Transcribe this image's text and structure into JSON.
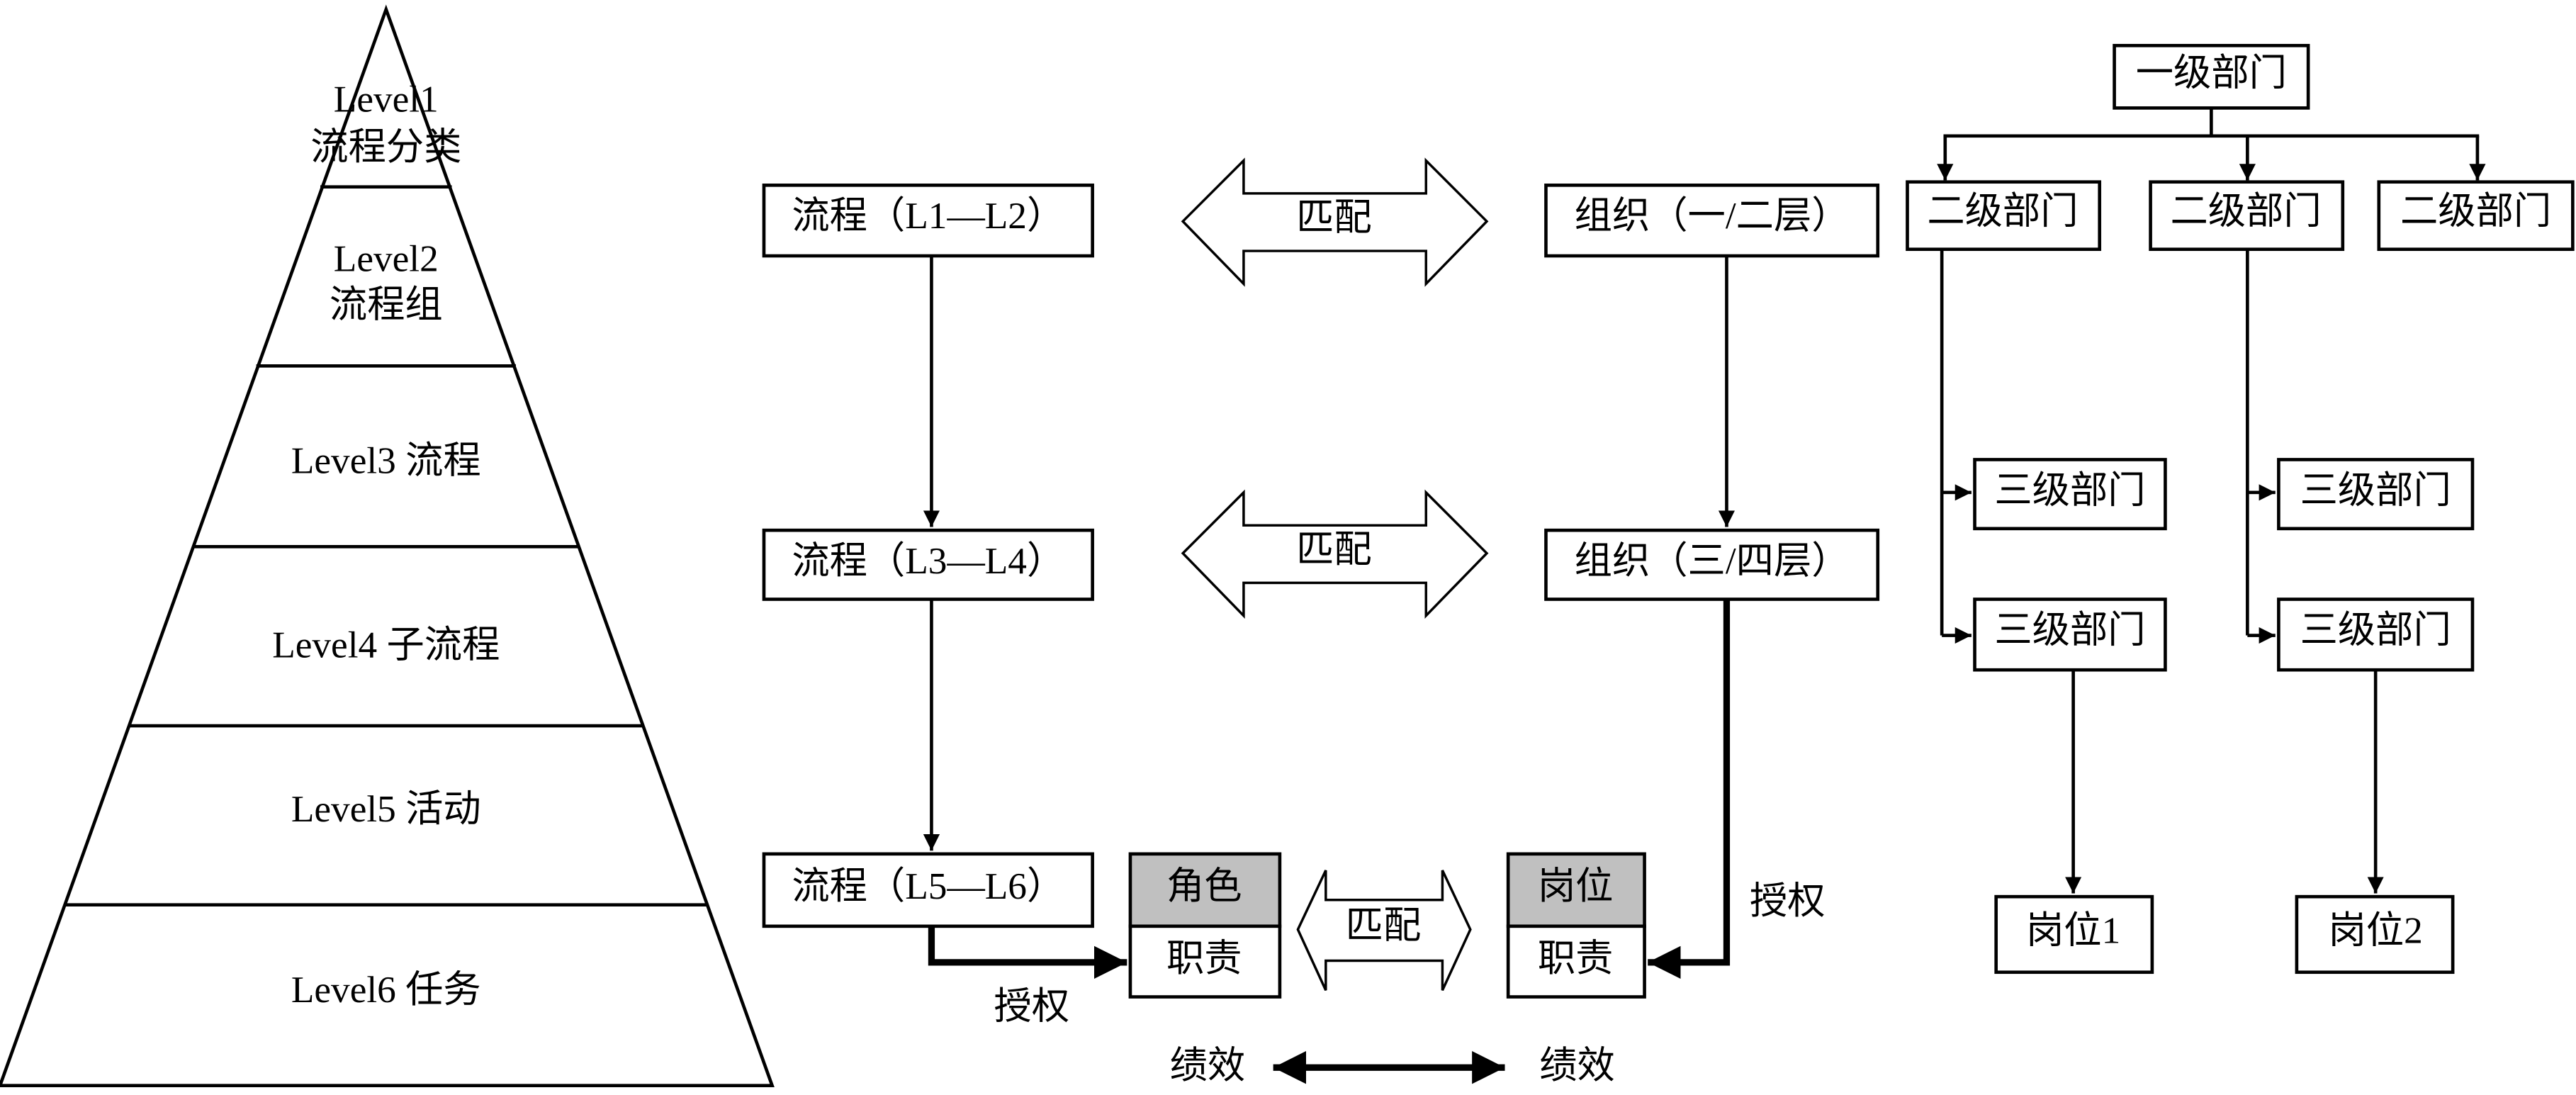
{
  "pyramid": {
    "levels": [
      {
        "name": "Level1",
        "label": "流程分类"
      },
      {
        "name": "Level2",
        "label": "流程组"
      },
      {
        "name": "Level3",
        "label": "Level3 流程"
      },
      {
        "name": "Level4",
        "label": "Level4 子流程"
      },
      {
        "name": "Level5",
        "label": "Level5 活动"
      },
      {
        "name": "Level6",
        "label": "Level6 任务"
      }
    ]
  },
  "mapping": {
    "process": [
      "流程（L1—L2）",
      "流程（L3—L4）",
      "流程（L5—L6）"
    ],
    "org": [
      "组织（一/二层）",
      "组织（三/四层）"
    ],
    "match": "匹配",
    "role": "角色",
    "position": "岗位",
    "duty": "职责",
    "authorize": "授权",
    "performance": "绩效"
  },
  "orgchart": {
    "level1": "一级部门",
    "level2": [
      "二级部门",
      "二级部门",
      "二级部门"
    ],
    "level3": [
      "三级部门",
      "三级部门",
      "三级部门",
      "三级部门"
    ],
    "posts": [
      "岗位1",
      "岗位2"
    ]
  }
}
